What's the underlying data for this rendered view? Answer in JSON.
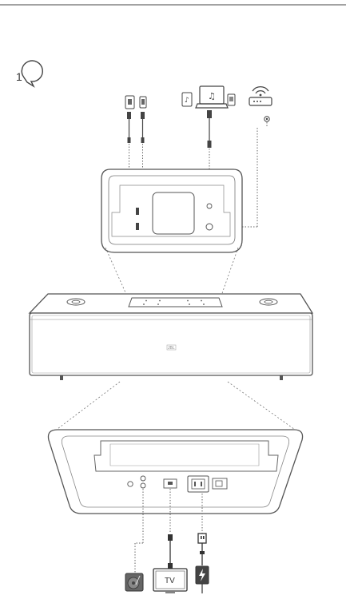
{
  "step": {
    "number": "1"
  },
  "tv": {
    "label": "TV"
  },
  "brand": {
    "label": "JBL"
  },
  "icons": {
    "phone_left": "smartphone-icon",
    "phone_right": "smartphone-icon",
    "laptop": "laptop-icon",
    "music_device": "music-note-icon",
    "router": "wifi-router-icon",
    "turntable": "turntable-icon",
    "power": "power-plug-icon",
    "power_bolt": "lightning-bolt-icon"
  },
  "colors": {
    "line": "#555555",
    "dotted": "#666666",
    "fill_dark": "#3a3a3a"
  }
}
